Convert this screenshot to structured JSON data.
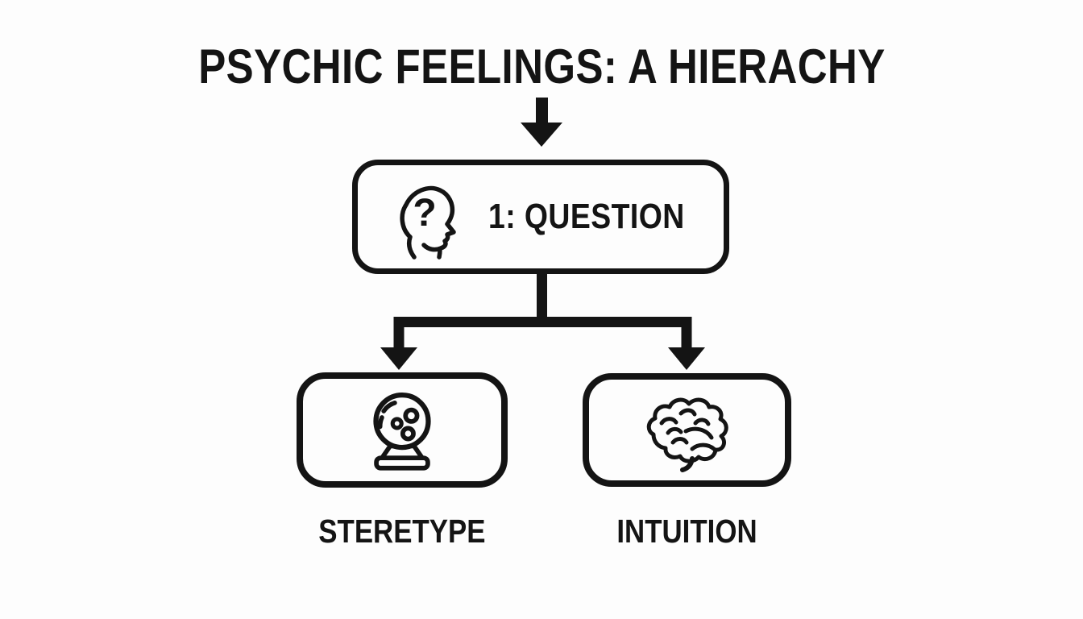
{
  "title": "PSYCHIC FEELINGS: A HIERACHY",
  "flowchart": {
    "root": {
      "label": "1: QUESTION",
      "icon": "head-question-icon"
    },
    "children": [
      {
        "label": "STERETYPE",
        "icon": "crystal-ball-icon"
      },
      {
        "label": "INTUITION",
        "icon": "brain-icon"
      }
    ],
    "connector_style": "down-arrow from title to root, T-branch with two arrowheads to children"
  },
  "colors": {
    "background": "#fdfdfd",
    "ink": "#141414"
  }
}
